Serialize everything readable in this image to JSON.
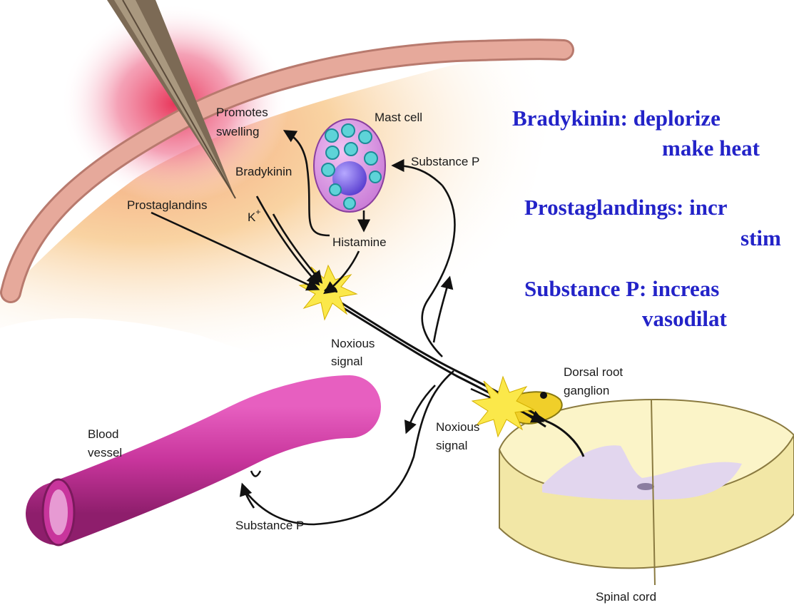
{
  "labels": {
    "promotes_swelling_1": "Promotes",
    "promotes_swelling_2": "swelling",
    "mast_cell": "Mast cell",
    "substance_p_top": "Substance P",
    "bradykinin": "Bradykinin",
    "prostaglandins": "Prostaglandins",
    "k_plus": "K",
    "k_plus_sup": "+",
    "histamine": "Histamine",
    "noxious_signal_1a": "Noxious",
    "noxious_signal_1b": "signal",
    "noxious_signal_2a": "Noxious",
    "noxious_signal_2b": "signal",
    "dorsal_root_1": "Dorsal root",
    "dorsal_root_2": "ganglion",
    "blood_vessel_1": "Blood",
    "blood_vessel_2": "vessel",
    "substance_p_bottom": "Substance P",
    "spinal_cord": "Spinal cord"
  },
  "notes": [
    {
      "line1": "Bradykinin: deplorize",
      "line2": "make heat"
    },
    {
      "line1": "Prostaglandings: incr",
      "line2": "stim"
    },
    {
      "line1": "Substance P: increas",
      "line2": "vasodilat"
    }
  ],
  "colors": {
    "note_text": "#2323c8",
    "skin": "#d99a8a",
    "vessel": "#c8359c",
    "tissue": "#f7c98f"
  }
}
